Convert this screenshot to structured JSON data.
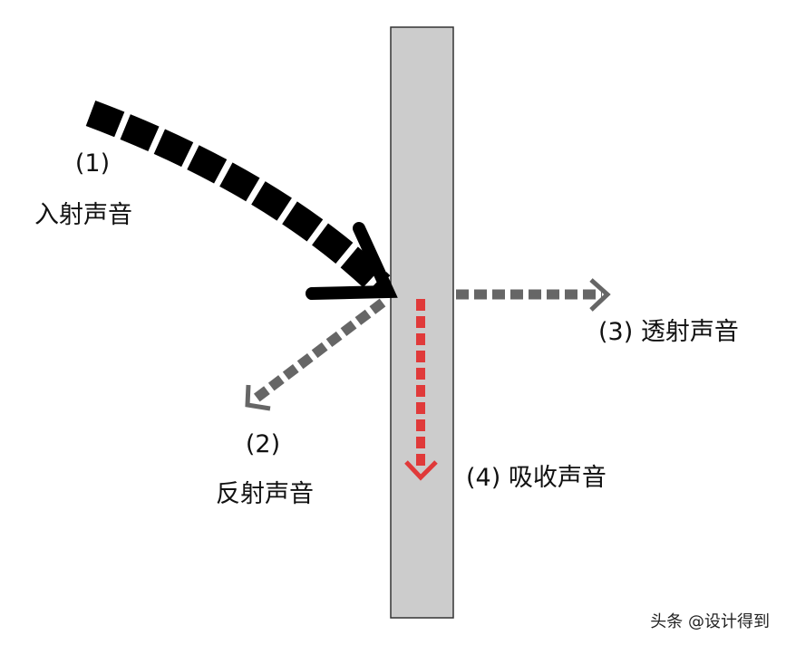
{
  "labels": {
    "incident_num": "(1)",
    "incident_text": "入射声音",
    "reflected_num": "(2)",
    "reflected_text": "反射声音",
    "transmitted": "(3) 透射声音",
    "absorbed": "(4)  吸收声音"
  },
  "watermark": "头条 @设计得到",
  "colors": {
    "wall_fill": "#cccccc",
    "wall_stroke": "#333333",
    "incident": "#000000",
    "reflected": "#666666",
    "transmitted": "#666666",
    "absorbed": "#e03a3a"
  }
}
